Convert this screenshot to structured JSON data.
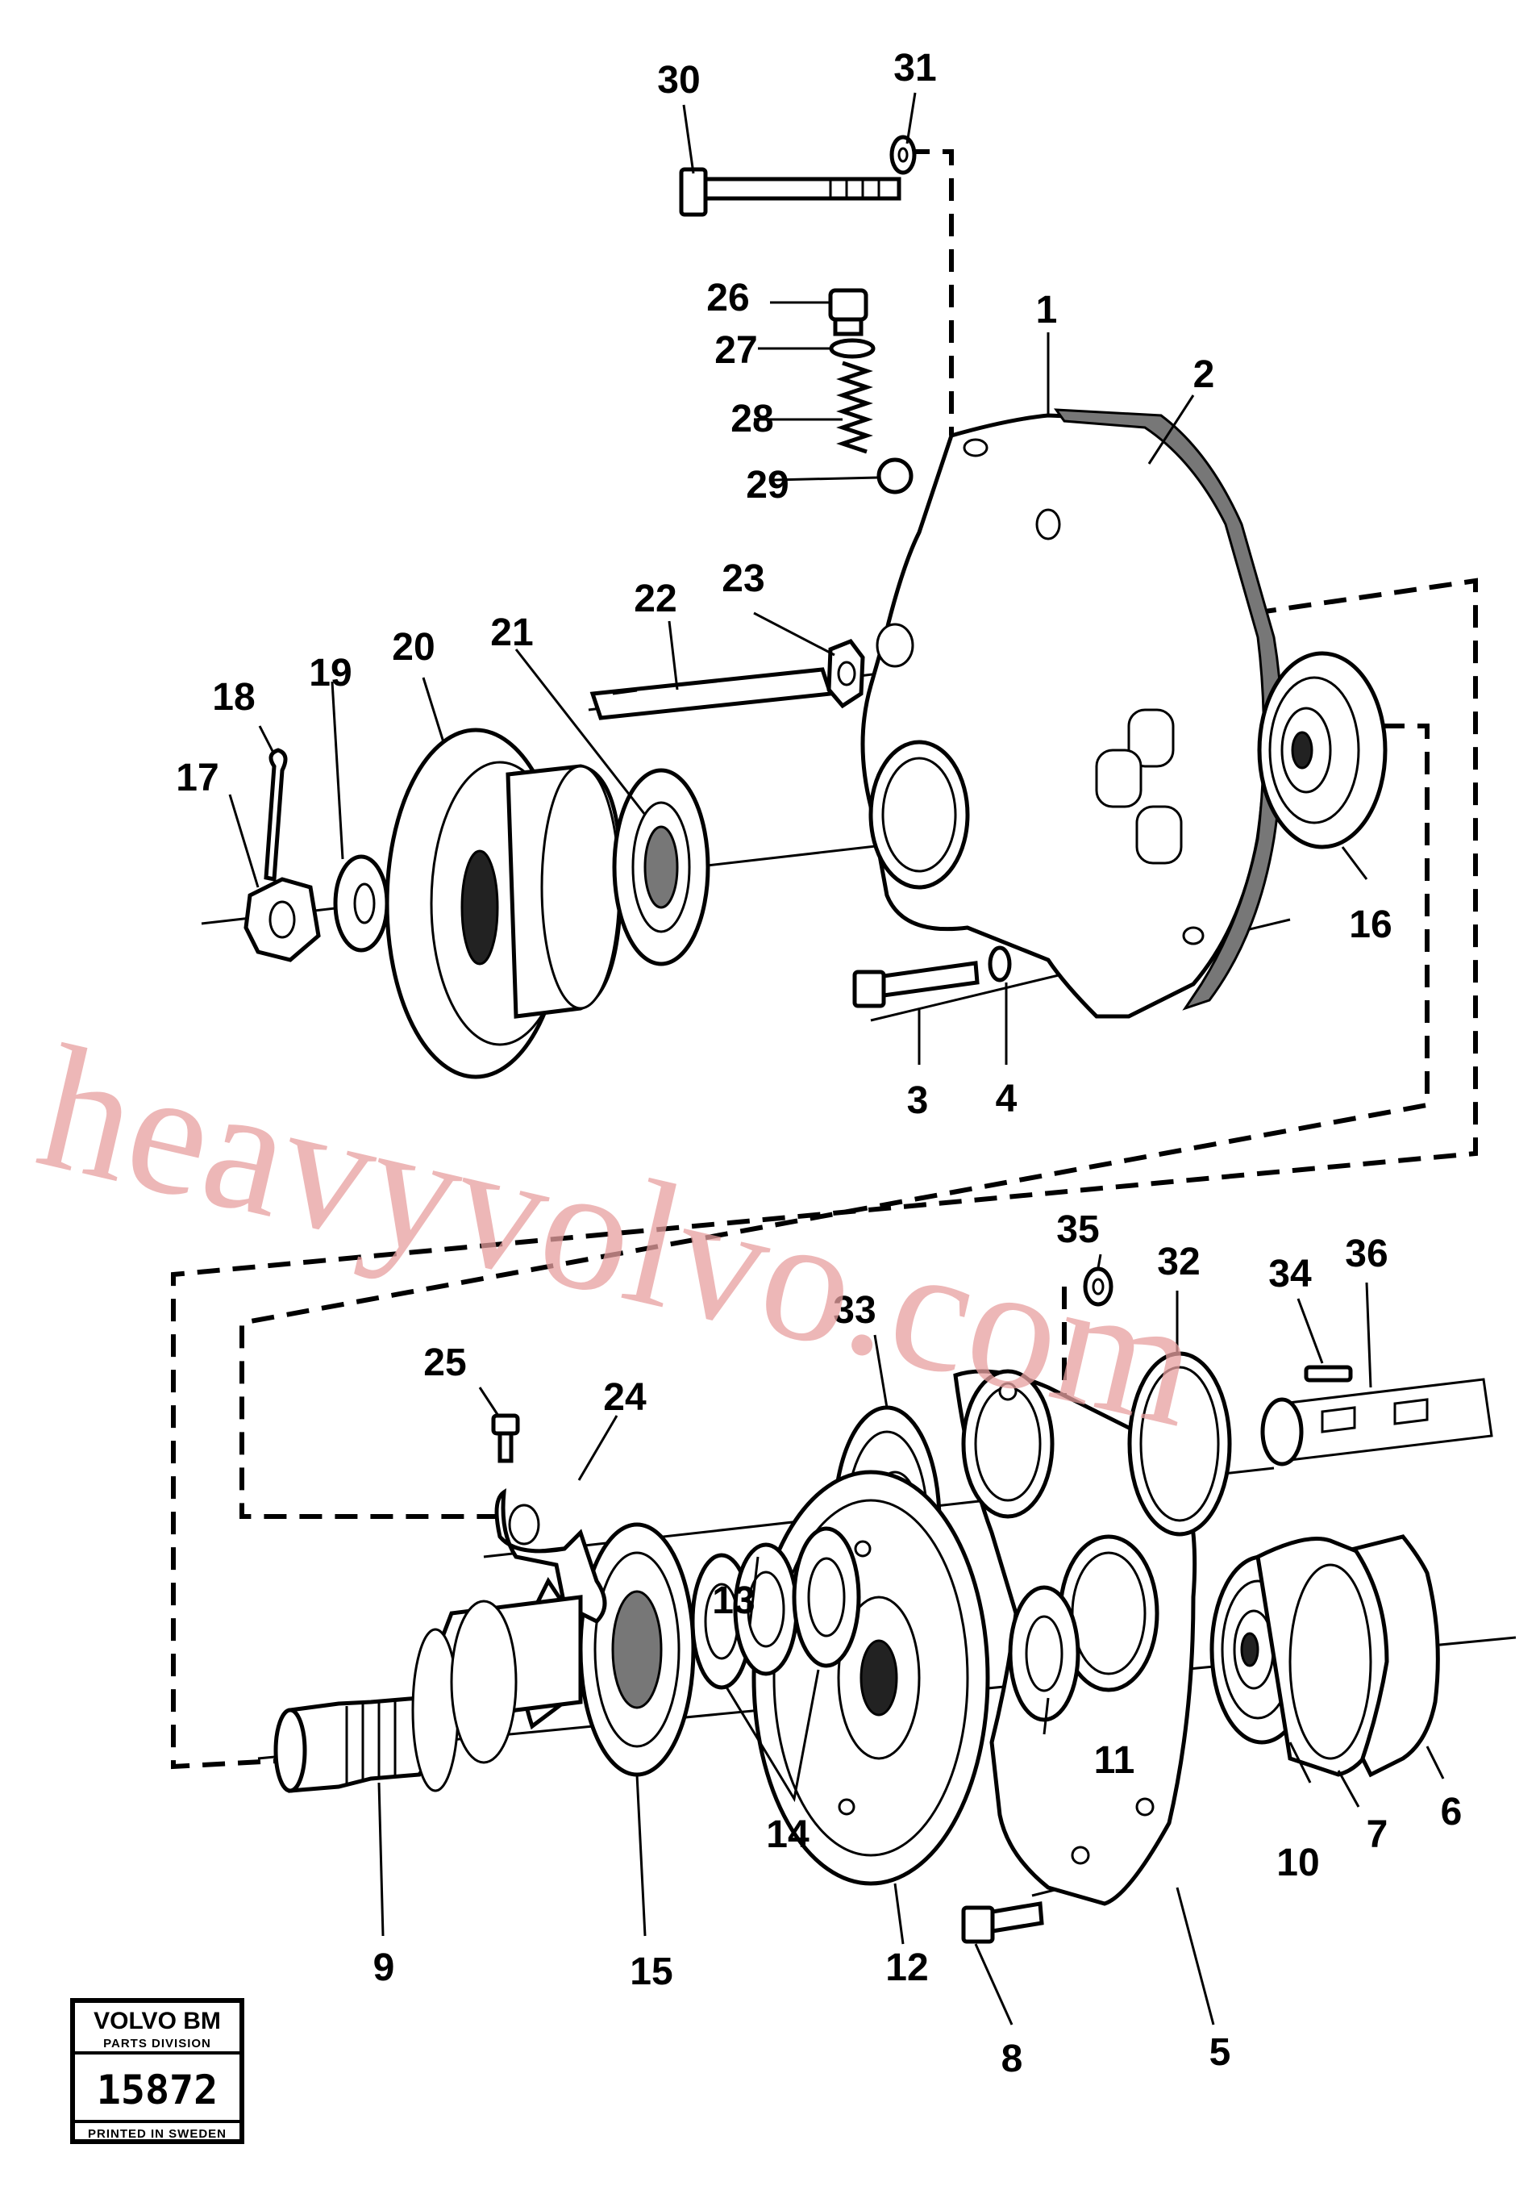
{
  "stamp": {
    "brand": "VOLVO BM",
    "division": "PARTS DIVISION",
    "number": "15872",
    "printed": "PRINTED IN SWEDEN"
  },
  "watermark": "heavyvolvo.com",
  "callouts": [
    "1",
    "2",
    "3",
    "4",
    "5",
    "6",
    "7",
    "8",
    "9",
    "10",
    "11",
    "12",
    "13",
    "14",
    "15",
    "16",
    "17",
    "18",
    "19",
    "20",
    "21",
    "22",
    "23",
    "24",
    "25",
    "26",
    "27",
    "28",
    "29",
    "30",
    "31",
    "32",
    "33",
    "34",
    "35",
    "36"
  ]
}
